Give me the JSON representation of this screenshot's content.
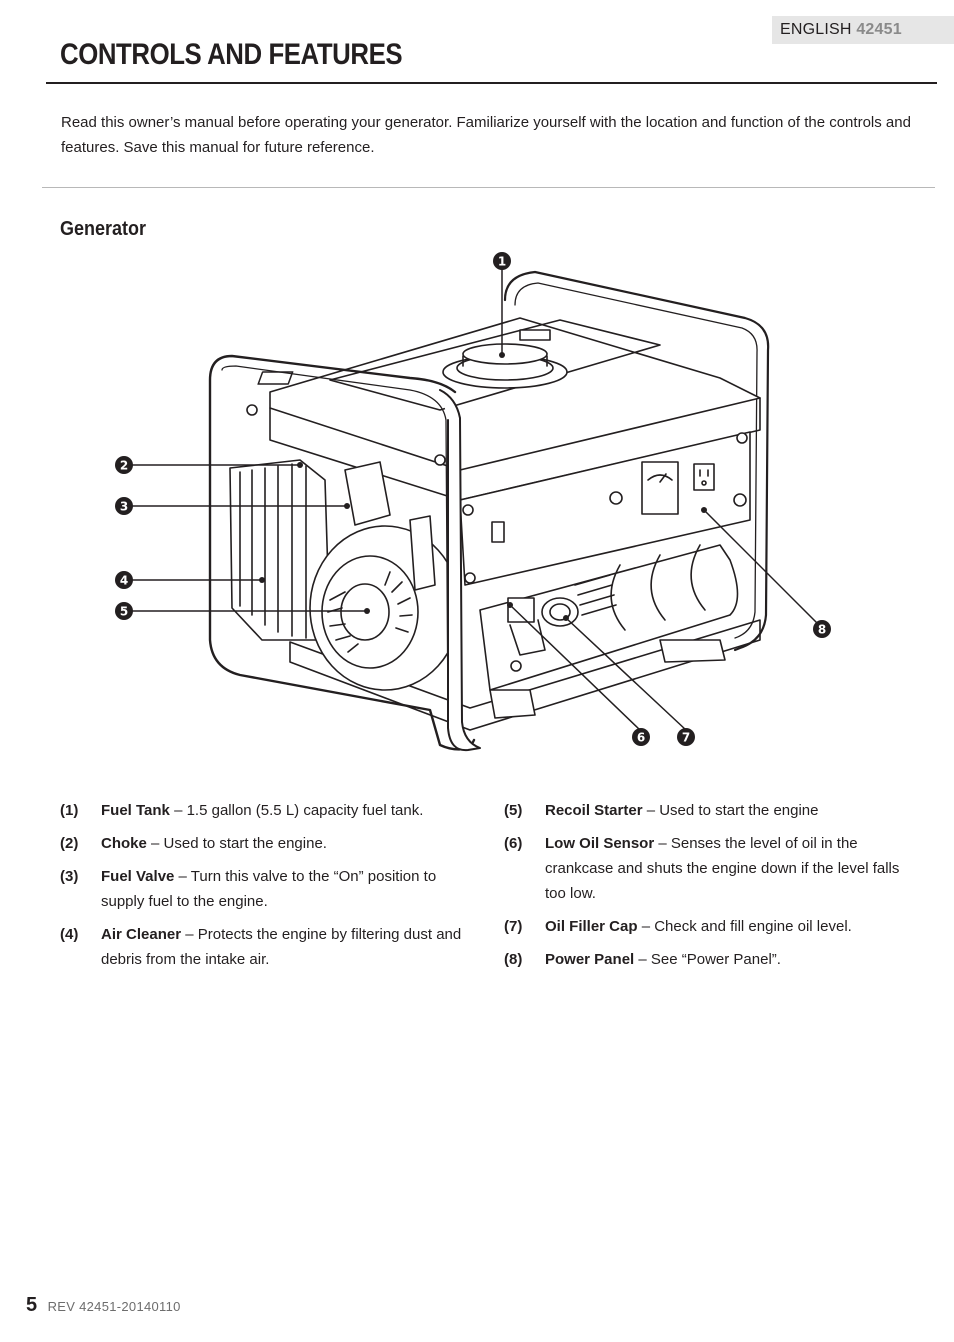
{
  "header": {
    "language": "ENGLISH",
    "model": "42451"
  },
  "page": {
    "title": "CONTROLS AND FEATURES",
    "intro": "Read this owner’s manual before operating your generator. Familiarize yourself with the location and function of the controls and features. Save this manual for future reference.",
    "section_title": "Generator"
  },
  "figure": {
    "callouts": [
      "1",
      "2",
      "3",
      "4",
      "5",
      "6",
      "7",
      "8"
    ]
  },
  "features": {
    "left": [
      {
        "num": "(1)",
        "name": "Fuel Tank",
        "desc": " – 1.5 gallon (5.5 L) capacity fuel tank."
      },
      {
        "num": "(2)",
        "name": "Choke",
        "desc": " – Used to start the engine."
      },
      {
        "num": "(3)",
        "name": "Fuel Valve",
        "desc": " – Turn this valve to the “On” position to supply fuel to the engine."
      },
      {
        "num": "(4)",
        "name": "Air Cleaner",
        "desc": " – Protects the engine by filtering dust and debris from the intake air."
      }
    ],
    "right": [
      {
        "num": "(5)",
        "name": "Recoil Starter",
        "desc": " – Used to start the engine"
      },
      {
        "num": "(6)",
        "name": "Low Oil Sensor",
        "desc": " – Senses the level of oil in the crankcase and shuts the engine down if the level falls too low."
      },
      {
        "num": "(7)",
        "name": "Oil Filler Cap",
        "desc": " – Check and fill engine oil level."
      },
      {
        "num": "(8)",
        "name": "Power Panel",
        "desc": " – See “Power Panel”."
      }
    ]
  },
  "footer": {
    "page_number": "5",
    "revision": "REV 42451-20140110"
  }
}
